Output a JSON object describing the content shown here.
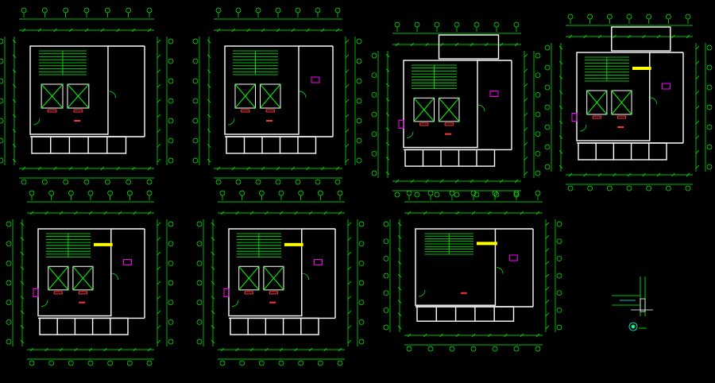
{
  "colors": {
    "background": "#000000",
    "wall": "#ffffff",
    "dimension": "#00ff00",
    "axis": "#00ff00",
    "stair_highlight": "#ffff00",
    "equipment": "#ff00ff",
    "marker": "#ff3333",
    "cell": "#00ffff"
  },
  "plans": [
    {
      "id": "p1",
      "stair_bar": false,
      "equip_left": false,
      "equip_right": false,
      "extension": false,
      "lift_count": 2
    },
    {
      "id": "p2",
      "stair_bar": false,
      "equip_left": false,
      "equip_right": true,
      "extension": false,
      "lift_count": 2
    },
    {
      "id": "p3",
      "stair_bar": false,
      "equip_left": true,
      "equip_right": true,
      "extension": true,
      "lift_count": 2
    },
    {
      "id": "p4",
      "stair_bar": true,
      "equip_left": true,
      "equip_right": true,
      "extension": true,
      "lift_count": 2
    },
    {
      "id": "p5",
      "stair_bar": true,
      "equip_left": true,
      "equip_right": true,
      "extension": false,
      "lift_count": 2
    },
    {
      "id": "p6",
      "stair_bar": true,
      "equip_left": true,
      "equip_right": true,
      "extension": false,
      "lift_count": 2
    },
    {
      "id": "p7",
      "stair_bar": true,
      "equip_left": false,
      "equip_right": true,
      "extension": false,
      "lift_count": 0
    }
  ],
  "detail": {
    "icon": "section-detail-icon"
  }
}
